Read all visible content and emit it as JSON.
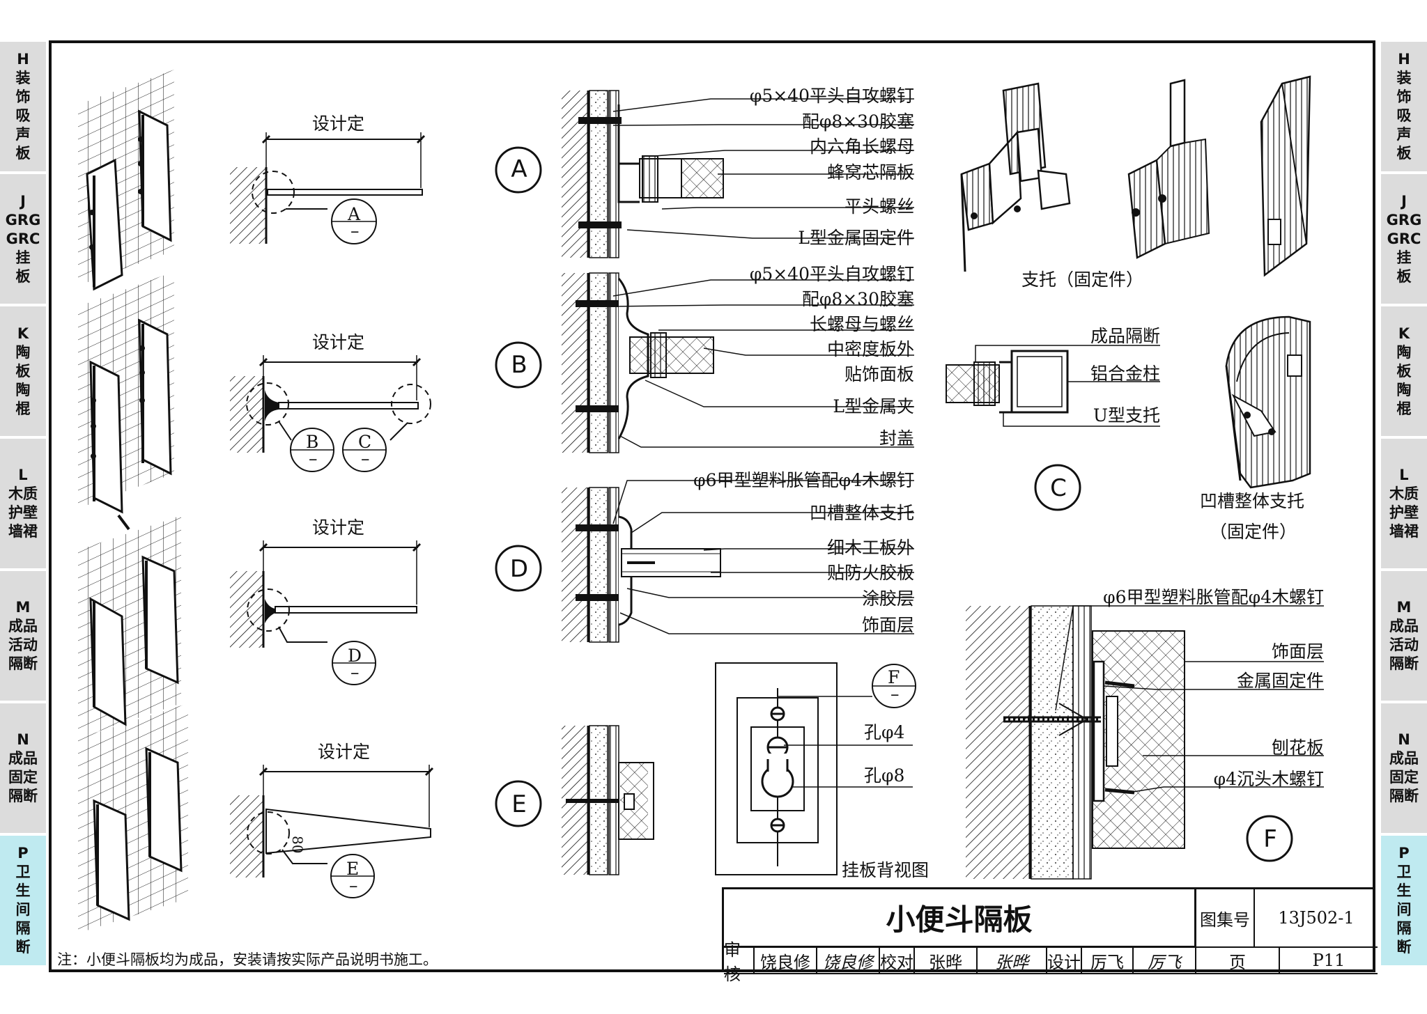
{
  "side_tabs": [
    {
      "code": "H",
      "lines": [
        "装",
        "饰",
        "吸",
        "声",
        "板"
      ],
      "active": false
    },
    {
      "code": "J",
      "lines": [
        "GRG",
        "GRC",
        "挂",
        "板"
      ],
      "active": false
    },
    {
      "code": "K",
      "lines": [
        "陶",
        "板",
        "陶",
        "棍"
      ],
      "active": false
    },
    {
      "code": "L",
      "lines": [
        "木质",
        "护壁",
        "墙裙"
      ],
      "active": false
    },
    {
      "code": "M",
      "lines": [
        "成品",
        "活动",
        "隔断"
      ],
      "active": false
    },
    {
      "code": "N",
      "lines": [
        "成品",
        "固定",
        "隔断"
      ],
      "active": false
    },
    {
      "code": "P",
      "lines": [
        "卫",
        "生",
        "间",
        "隔",
        "断"
      ],
      "active": true
    }
  ],
  "colors": {
    "tab_bg": "#dcdcdc",
    "tab_active_bg": "#bfeaf0",
    "line": "#111111"
  },
  "plans": {
    "dim_label": "设计定",
    "refs": [
      "A",
      "B",
      "C",
      "D",
      "E"
    ],
    "ref_sub": "–",
    "e_dim": "80"
  },
  "detail_A": {
    "letter": "A",
    "labels": [
      "φ5×40平头自攻螺钉",
      "配φ8×30胶塞",
      "内六角长螺母",
      "蜂窝芯隔板",
      "平头螺丝",
      "L型金属固定件"
    ]
  },
  "detail_B": {
    "letter": "B",
    "labels": [
      "φ5×40平头自攻螺钉",
      "配φ8×30胶塞",
      "长螺母与螺丝",
      "中密度板外",
      "贴饰面板",
      "L型金属夹",
      "封盖"
    ]
  },
  "detail_D": {
    "letter": "D",
    "labels": [
      "φ6甲型塑料胀管配φ4木螺钉",
      "凹槽整体支托",
      "细木工板外",
      "贴防火胶板",
      "涂胶层",
      "饰面层"
    ]
  },
  "detail_E": {
    "letter": "E"
  },
  "detail_C": {
    "letter": "C",
    "bracket_caption": "支托（固定件）",
    "labels": [
      "成品隔断",
      "铝合金柱",
      "U型支托"
    ],
    "groove_caption_1": "凹槽整体支托",
    "groove_caption_2": "（固定件）"
  },
  "detail_F_back": {
    "ref": "F",
    "ref_sub": "–",
    "hole_small": "孔φ4",
    "hole_large": "孔φ8",
    "caption": "挂板背视图"
  },
  "detail_F": {
    "letter": "F",
    "labels": [
      "φ6甲型塑料胀管配φ4木螺钉",
      "饰面层",
      "金属固定件",
      "刨花板",
      "φ4沉头木螺钉"
    ]
  },
  "note": "注：小便斗隔板均为成品，安装请按实际产品说明书施工。",
  "title_block": {
    "title": "小便斗隔板",
    "atlas_label": "图集号",
    "atlas_no": "13J502-1",
    "page_label": "页",
    "page_no": "P11",
    "review_label": "审核",
    "reviewer": "饶良修",
    "reviewer_sig": "饶良修",
    "check_label": "校对",
    "checker": "张晔",
    "checker_sig": "张晔",
    "design_label": "设计",
    "designer": "厉飞",
    "designer_sig": "厉飞"
  }
}
